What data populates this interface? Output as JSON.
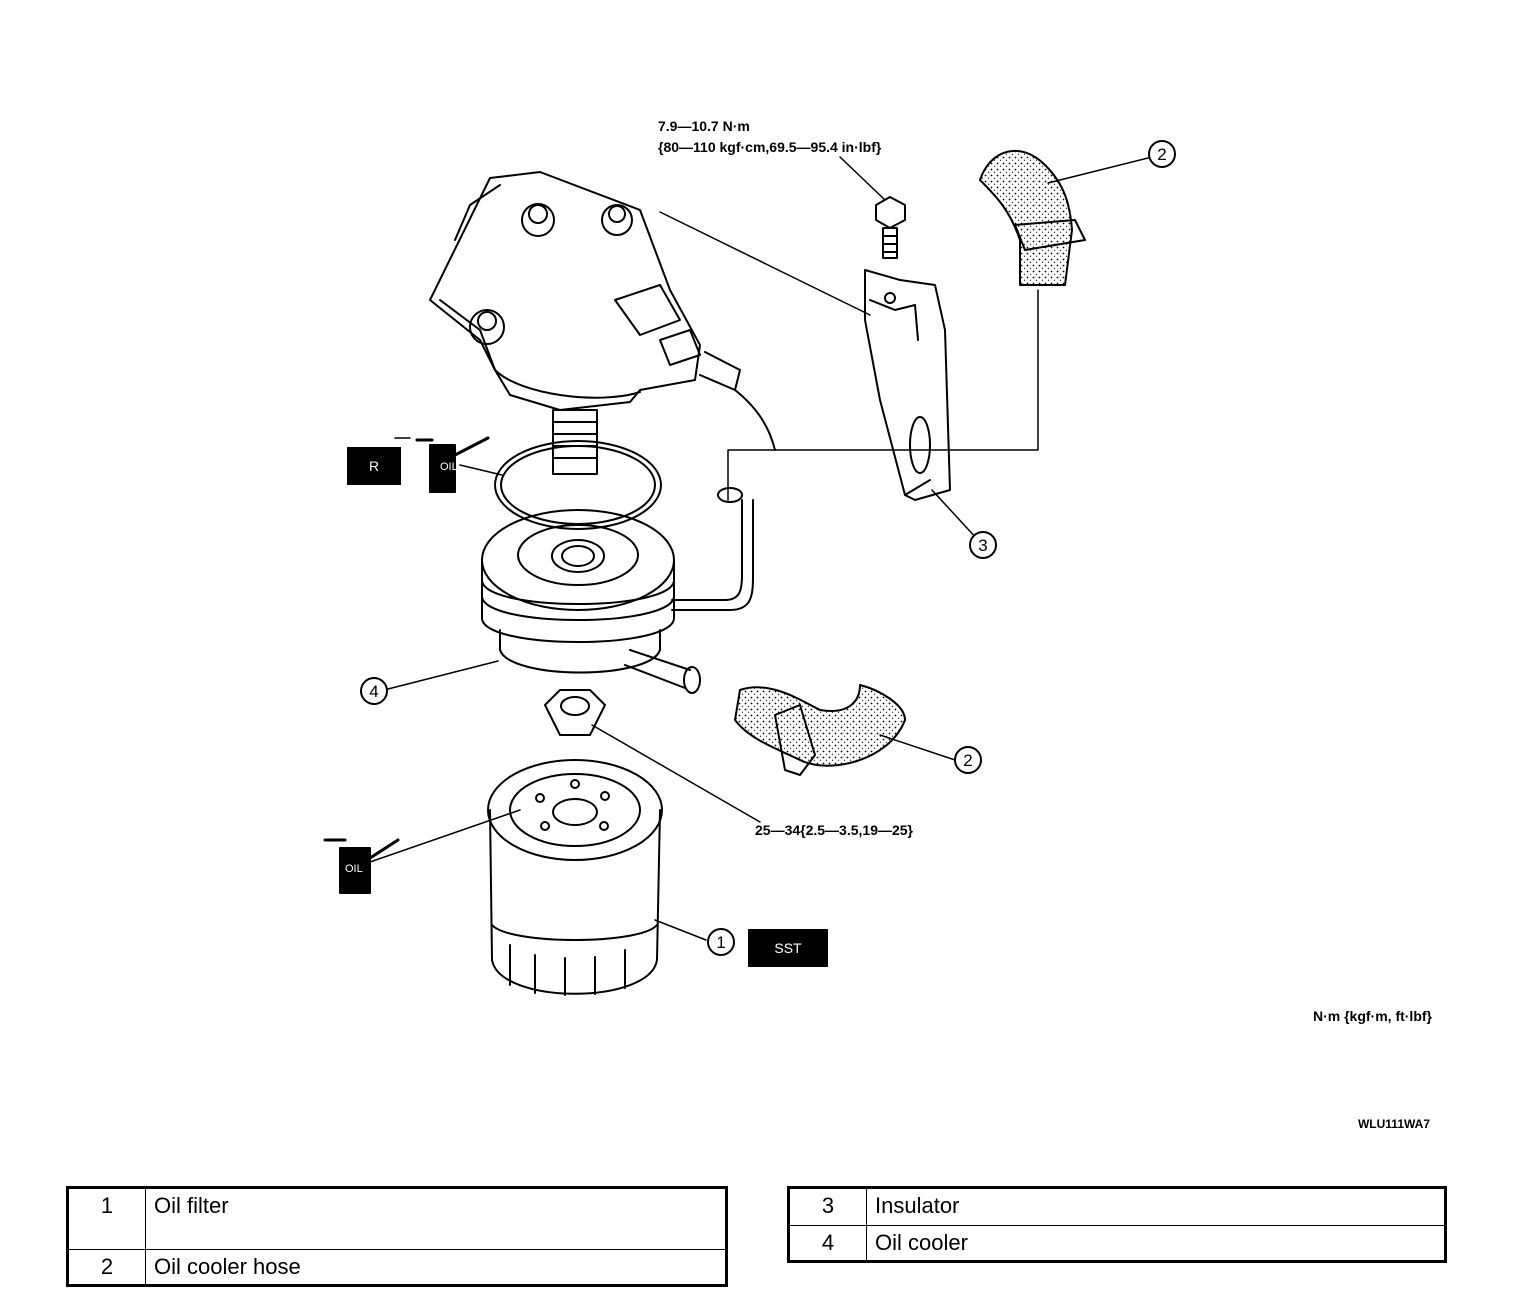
{
  "torque": {
    "bolt_line1": "7.9—10.7 N·m",
    "bolt_line2": "{80—110 kgf·cm,69.5—95.4 in·lbf}",
    "nut": "25—34{2.5—3.5,19—25}"
  },
  "unit_note": "N·m {kgf·m, ft·lbf}",
  "figure_code": "WLU111WA7",
  "badges": {
    "replace": "R",
    "special_tool": "SST",
    "oil": "OIL"
  },
  "callouts": {
    "oil_filter": "1",
    "hose_top": "2",
    "hose_bottom": "2",
    "insulator": "3",
    "oil_cooler": "4"
  },
  "legend": {
    "left": [
      {
        "num": "1",
        "name": "Oil filter"
      },
      {
        "num": "2",
        "name": "Oil cooler hose"
      }
    ],
    "right": [
      {
        "num": "3",
        "name": "Insulator"
      },
      {
        "num": "4",
        "name": "Oil cooler"
      }
    ]
  }
}
